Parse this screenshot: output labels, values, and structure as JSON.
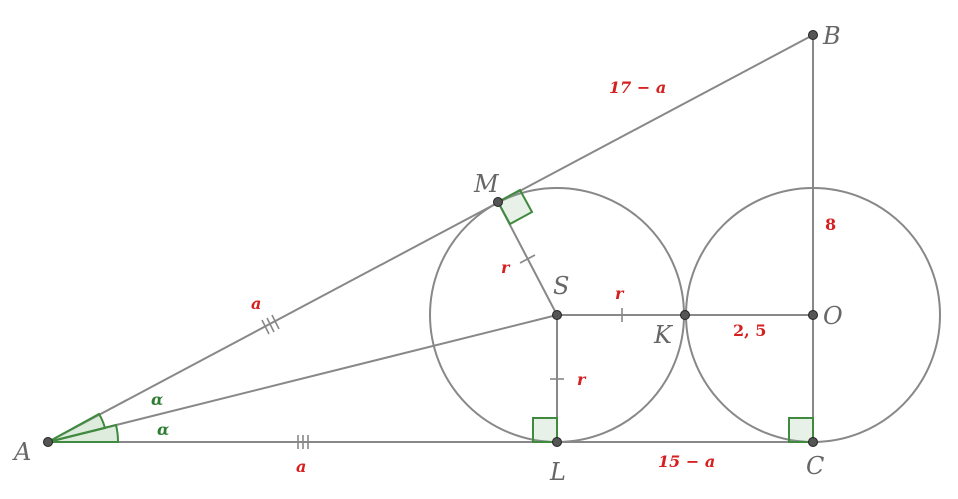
{
  "points": {
    "A": "A",
    "B": "B",
    "C": "C",
    "L": "L",
    "M": "M",
    "S": "S",
    "K": "K",
    "O": "O"
  },
  "segment_labels": {
    "AM": "a",
    "AL": "a",
    "MB": "17 − a",
    "LC": "15 − a",
    "OB": "8",
    "KO": "2, 5",
    "SM_r": "r",
    "SK_r": "r",
    "SL_r": "r"
  },
  "angle_labels": {
    "upper": "α",
    "lower": "α"
  },
  "colors": {
    "lines": "#888888",
    "value_labels": "#d61f1f",
    "angle_marks": "#3f8a3f"
  }
}
